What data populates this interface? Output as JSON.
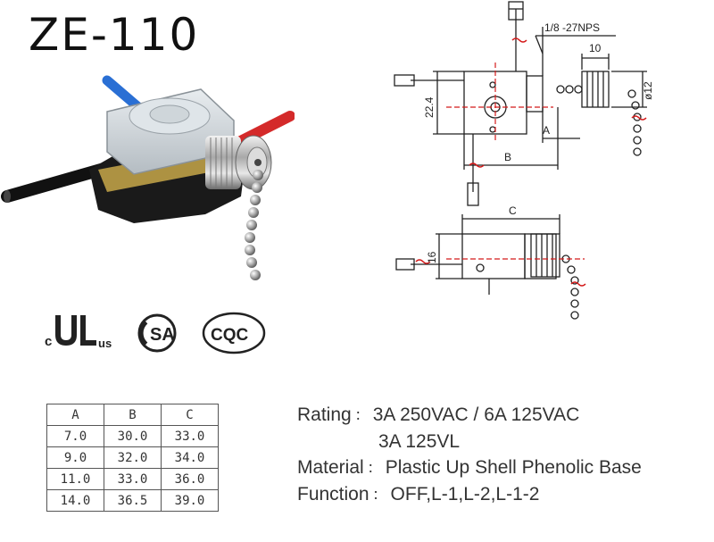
{
  "title": "ZE-110",
  "certifications": {
    "ul_left": "c",
    "ul_right": "us",
    "csa": "SA",
    "cqc": "CQC"
  },
  "drawing_labels": {
    "thread": "1/8 -27NPS",
    "dim_10": "10",
    "dim_12": "ø12",
    "dim_22_4": "22.4",
    "dim_a": "A",
    "dim_b": "B",
    "dim_c": "C",
    "dim_16": "16"
  },
  "table": {
    "headers": [
      "A",
      "B",
      "C"
    ],
    "rows": [
      [
        "7.0",
        "30.0",
        "33.0"
      ],
      [
        "9.0",
        "32.0",
        "34.0"
      ],
      [
        "11.0",
        "33.0",
        "36.0"
      ],
      [
        "14.0",
        "36.5",
        "39.0"
      ]
    ]
  },
  "specs": {
    "rating_label": "Rating",
    "rating_value_1": "3A 250VAC /  6A 125VAC",
    "rating_value_2": "3A 125VL",
    "material_label": "Material",
    "material_value": "Plastic Up Shell  Phenolic Base",
    "function_label": "Function",
    "function_value": "OFF,L-1,L-2,L-1-2",
    "separator": "："
  },
  "colors": {
    "red_wire": "#d42a2a",
    "blue_wire": "#2a6fd4",
    "black_body": "#1a1a1a",
    "dimension_red": "#d41a1a"
  }
}
